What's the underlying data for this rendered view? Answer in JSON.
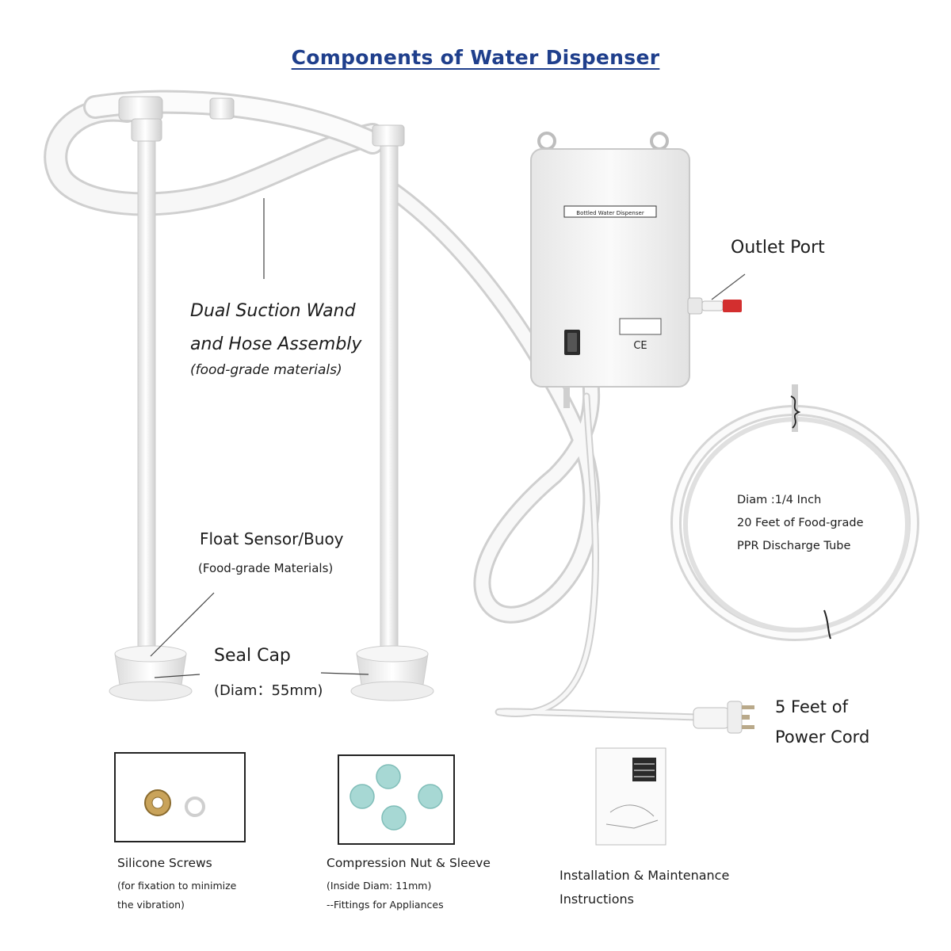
{
  "header": {
    "title": "Components of Water Dispenser"
  },
  "pump": {
    "brand_label": "Bottled Water Dispenser",
    "cert_label": "CE"
  },
  "labels": {
    "wand": {
      "line1": "Dual Suction Wand",
      "line2": "and Hose Assembly",
      "note": "(food-grade materials)"
    },
    "outlet": "Outlet Port",
    "tube": {
      "line1": "Diam :1/4 Inch",
      "line2": "20 Feet of Food-grade",
      "line3": "PPR Discharge Tube"
    },
    "float": {
      "title": "Float Sensor/Buoy",
      "note": "(Food-grade Materials)"
    },
    "seal": {
      "title": "Seal Cap",
      "note": "(Diam：55mm)"
    },
    "cord": {
      "line1": "5 Feet of",
      "line2": "Power Cord"
    }
  },
  "accessories": [
    {
      "title": "Silicone Screws",
      "note1": "(for fixation to minimize",
      "note2": "the vibration)"
    },
    {
      "title": "Compression Nut & Sleeve",
      "note1": "(Inside Diam: 11mm)",
      "note2": "--Fittings for Appliances"
    },
    {
      "title": "Installation & Maintenance",
      "note1": "Instructions"
    }
  ],
  "colors": {
    "title": "#1f3f8c",
    "product": "#f4f4f4",
    "outline": "#c9c9c9",
    "valve": "#d32f2f",
    "fitting": "#a7d8d4"
  }
}
